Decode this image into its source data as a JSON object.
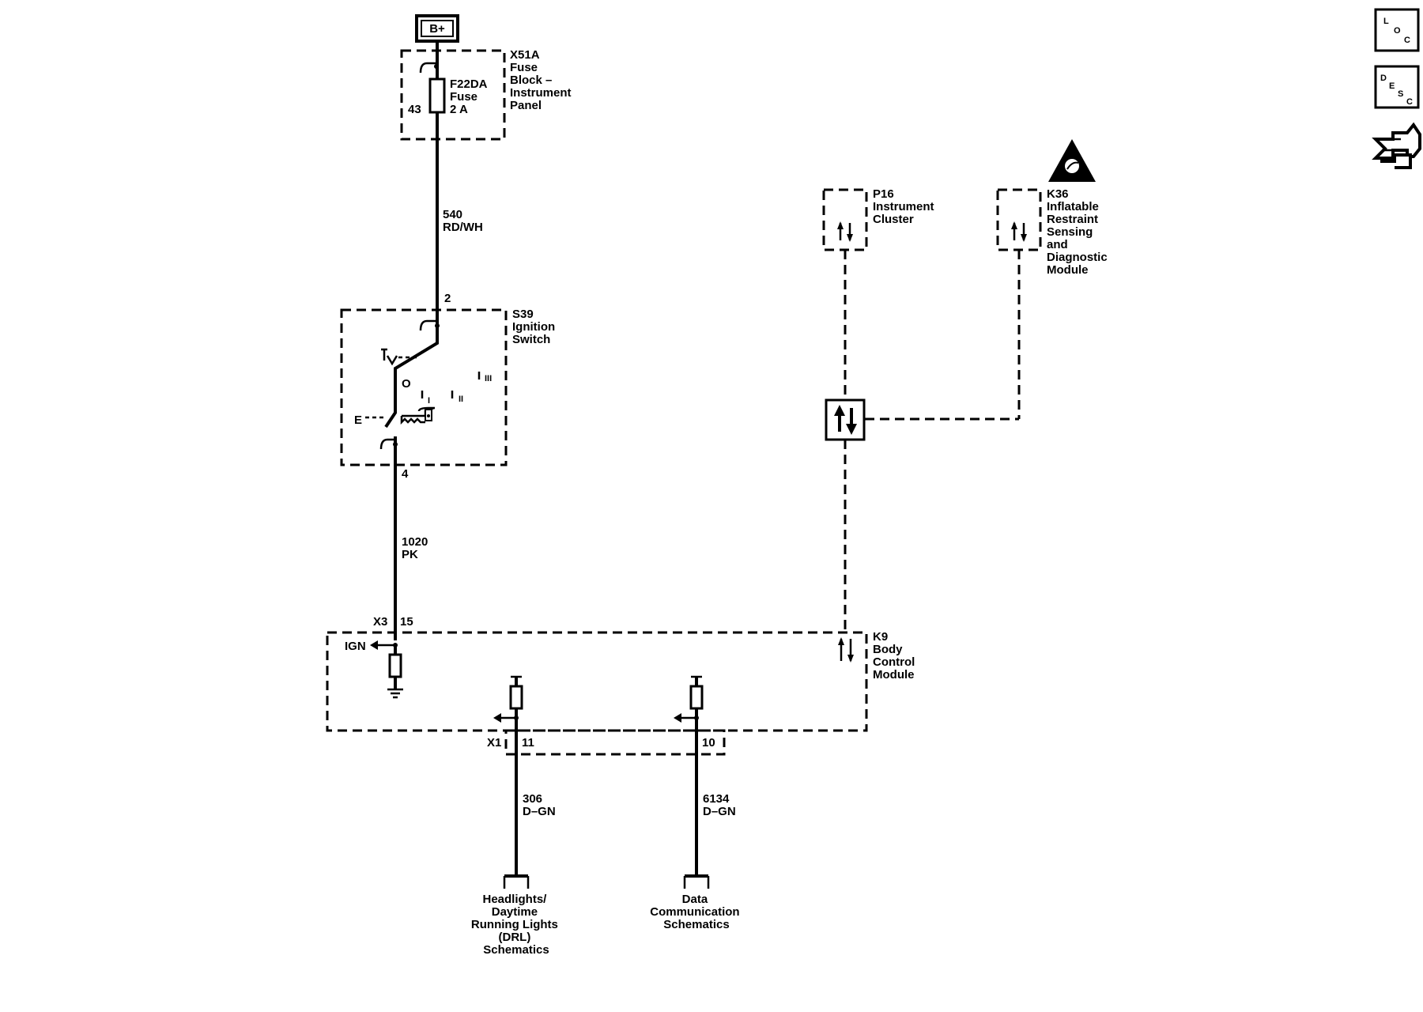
{
  "battery": {
    "label": "B+"
  },
  "fuse_block": {
    "lines": [
      "X51A",
      "Fuse",
      "Block –",
      "Instrument",
      "Panel"
    ]
  },
  "fuse": {
    "lines": [
      "F22DA",
      "Fuse",
      "2 A"
    ],
    "pin": "43"
  },
  "wire_540": {
    "lines": [
      "540",
      "RD/WH"
    ]
  },
  "ignition_switch": {
    "lines": [
      "S39",
      "Ignition",
      "Switch"
    ],
    "pin_top": "2",
    "pin_bottom": "4",
    "pos_o": "O",
    "pos_i": "I",
    "pos_ii": "II",
    "pos_iii": "III",
    "pos_e": "E"
  },
  "wire_1020": {
    "lines": [
      "1020",
      "PK"
    ]
  },
  "bcm": {
    "lines": [
      "K9",
      "Body",
      "Control",
      "Module"
    ],
    "connector_x3": "X3",
    "pin_15": "15",
    "ign": "IGN",
    "connector_x1": "X1",
    "pin_11": "11",
    "pin_10": "10"
  },
  "wire_306": {
    "lines": [
      "306",
      "D–GN"
    ]
  },
  "wire_6134": {
    "lines": [
      "6134",
      "D–GN"
    ]
  },
  "drl_schematics": {
    "lines": [
      "Headlights/",
      "Daytime",
      "Running Lights",
      "(DRL)",
      "Schematics"
    ]
  },
  "data_schematics": {
    "lines": [
      "Data",
      "Communication",
      "Schematics"
    ]
  },
  "instrument_cluster": {
    "lines": [
      "P16",
      "Instrument",
      "Cluster"
    ]
  },
  "airbag_module": {
    "lines": [
      "K36",
      "Inflatable",
      "Restraint",
      "Sensing",
      "and",
      "Diagnostic",
      "Module"
    ]
  },
  "side_icons": {
    "loc": {
      "letters": [
        "L",
        "O",
        "C"
      ]
    },
    "desc": {
      "letters": [
        "D",
        "E",
        "S",
        "C"
      ]
    },
    "connector_icon": "connector-end-view-icon"
  }
}
